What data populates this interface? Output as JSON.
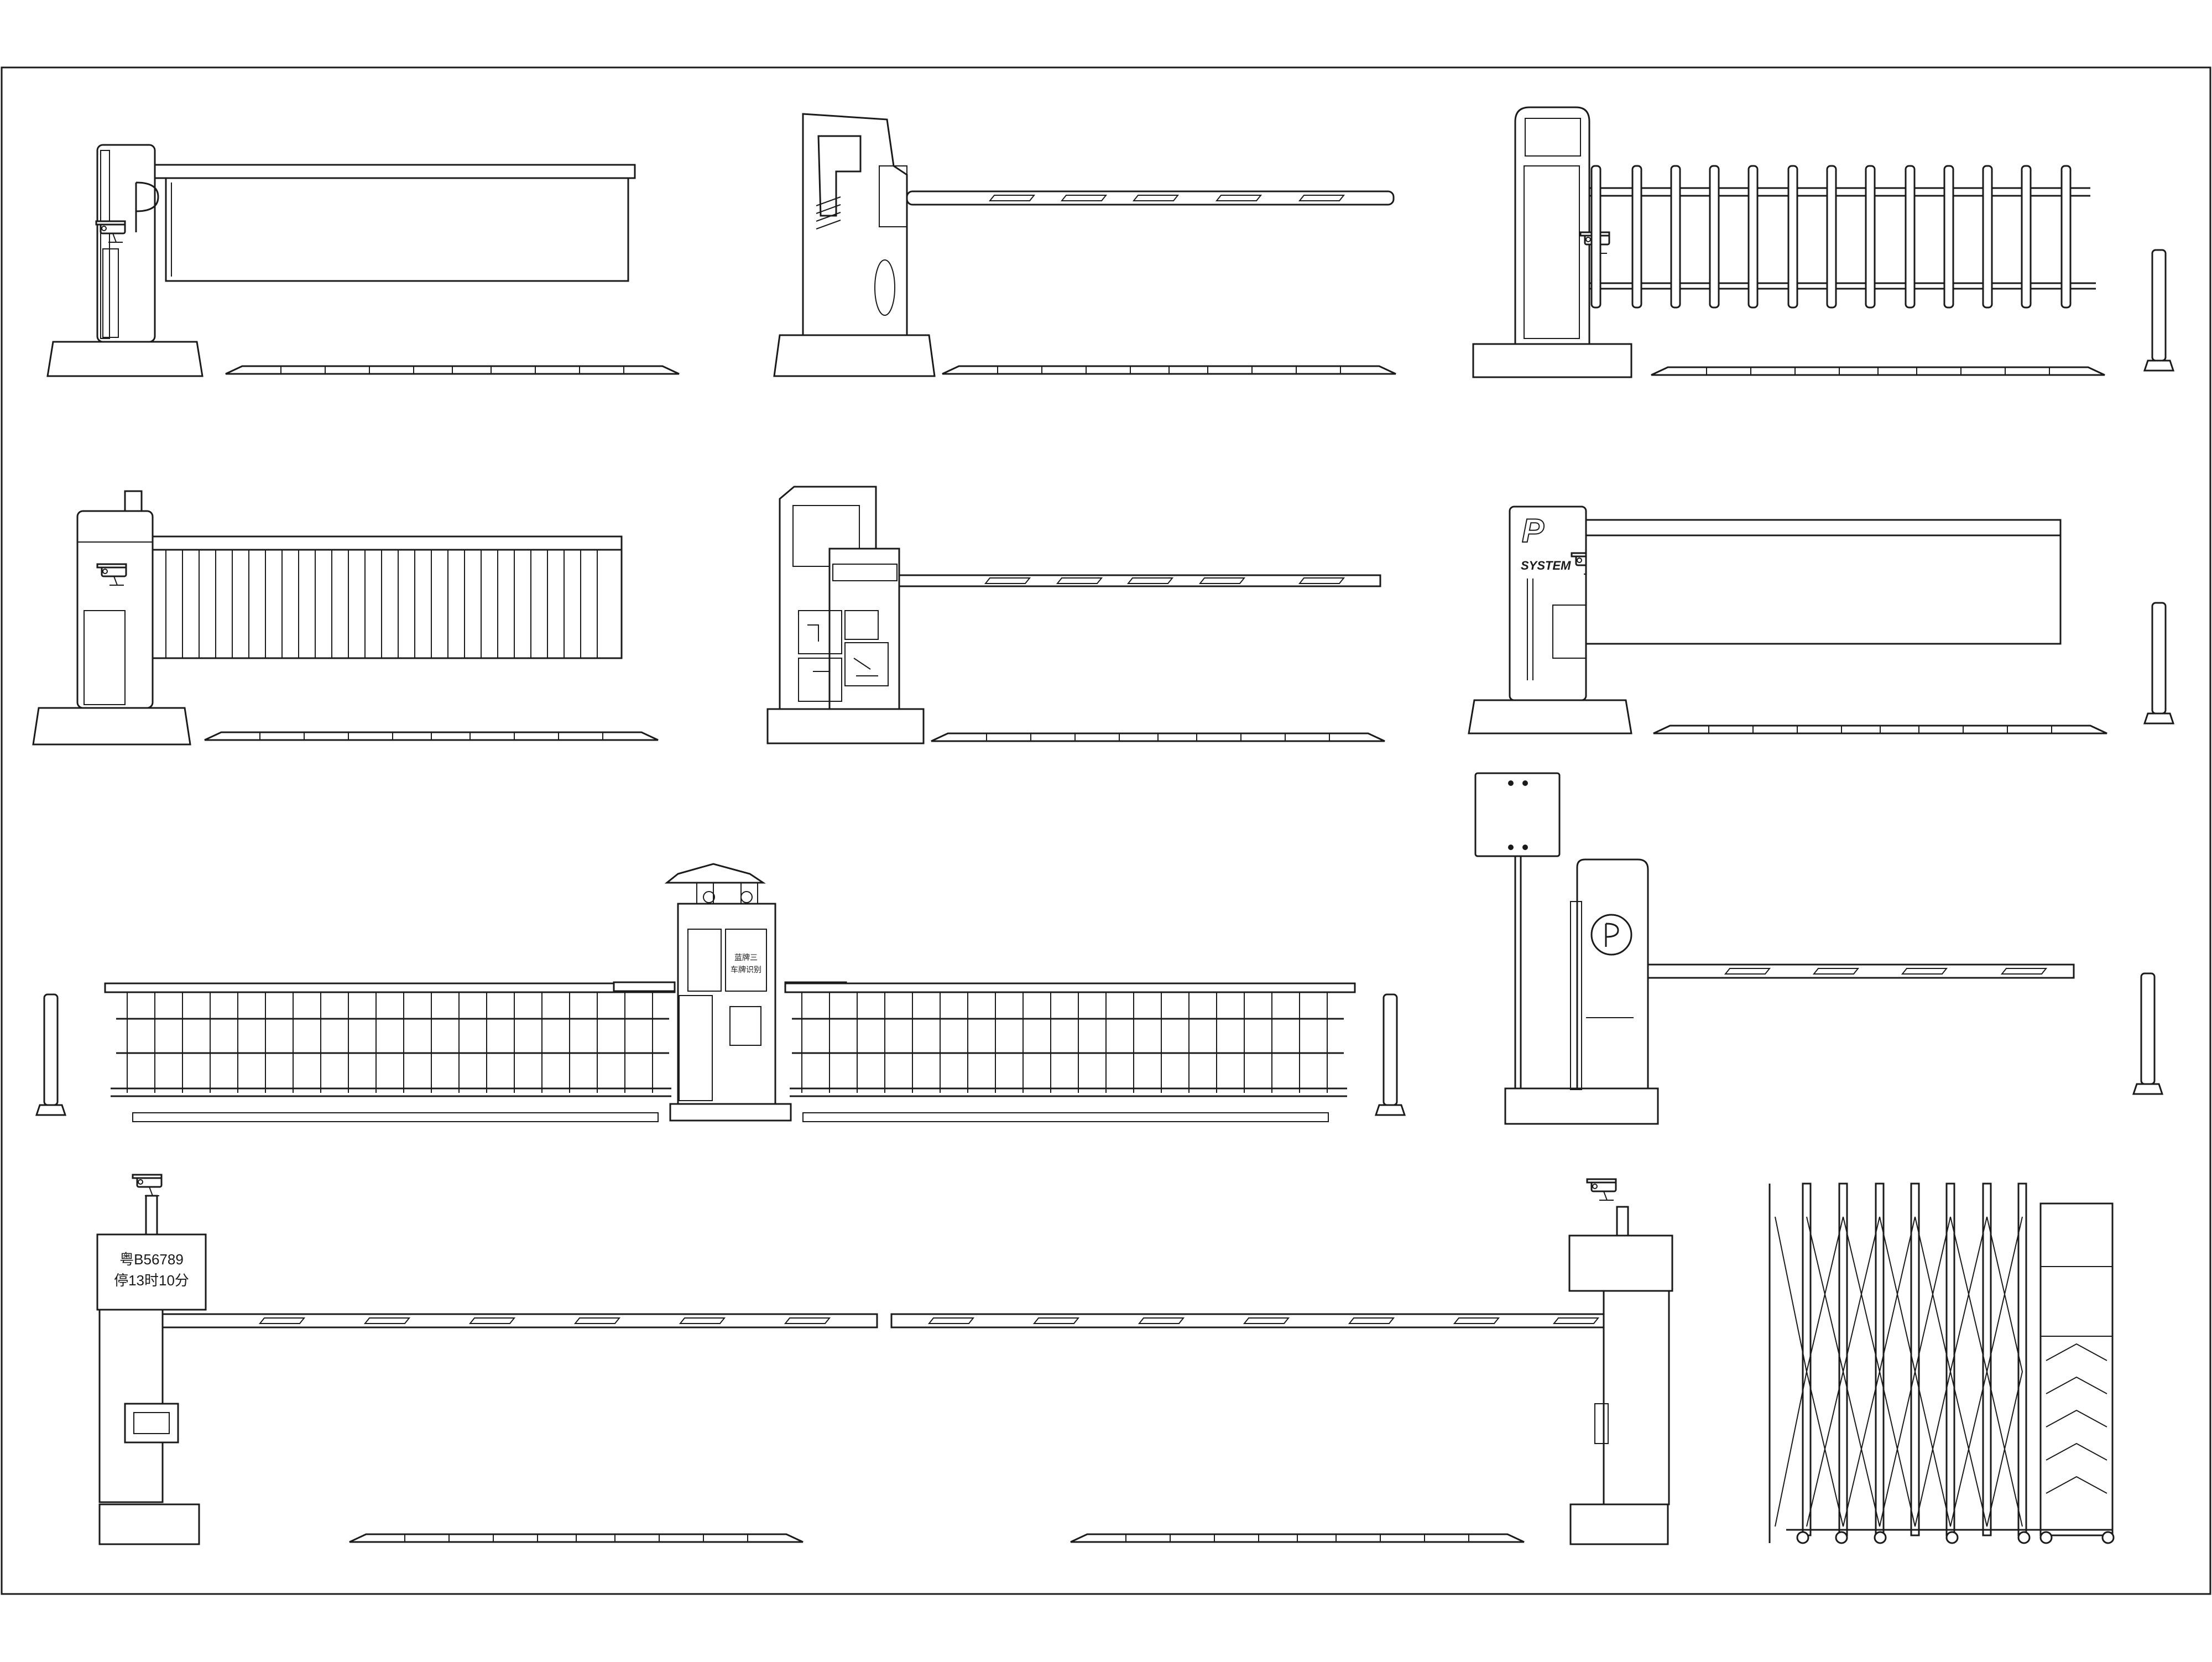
{
  "drawing": {
    "plate_number": "粤B56789",
    "parking_duration": "停13时10分",
    "kiosk_line1": "蓝牌三",
    "kiosk_line2": "车牌识别",
    "system_label": "SYSTEM",
    "logo_letter_p": "P"
  },
  "colors": {
    "line": "#1a1a1a",
    "paper": "#ffffff"
  },
  "icons": [
    "cctv-camera-icon",
    "parking-p-logo-icon",
    "keypad-icon"
  ]
}
